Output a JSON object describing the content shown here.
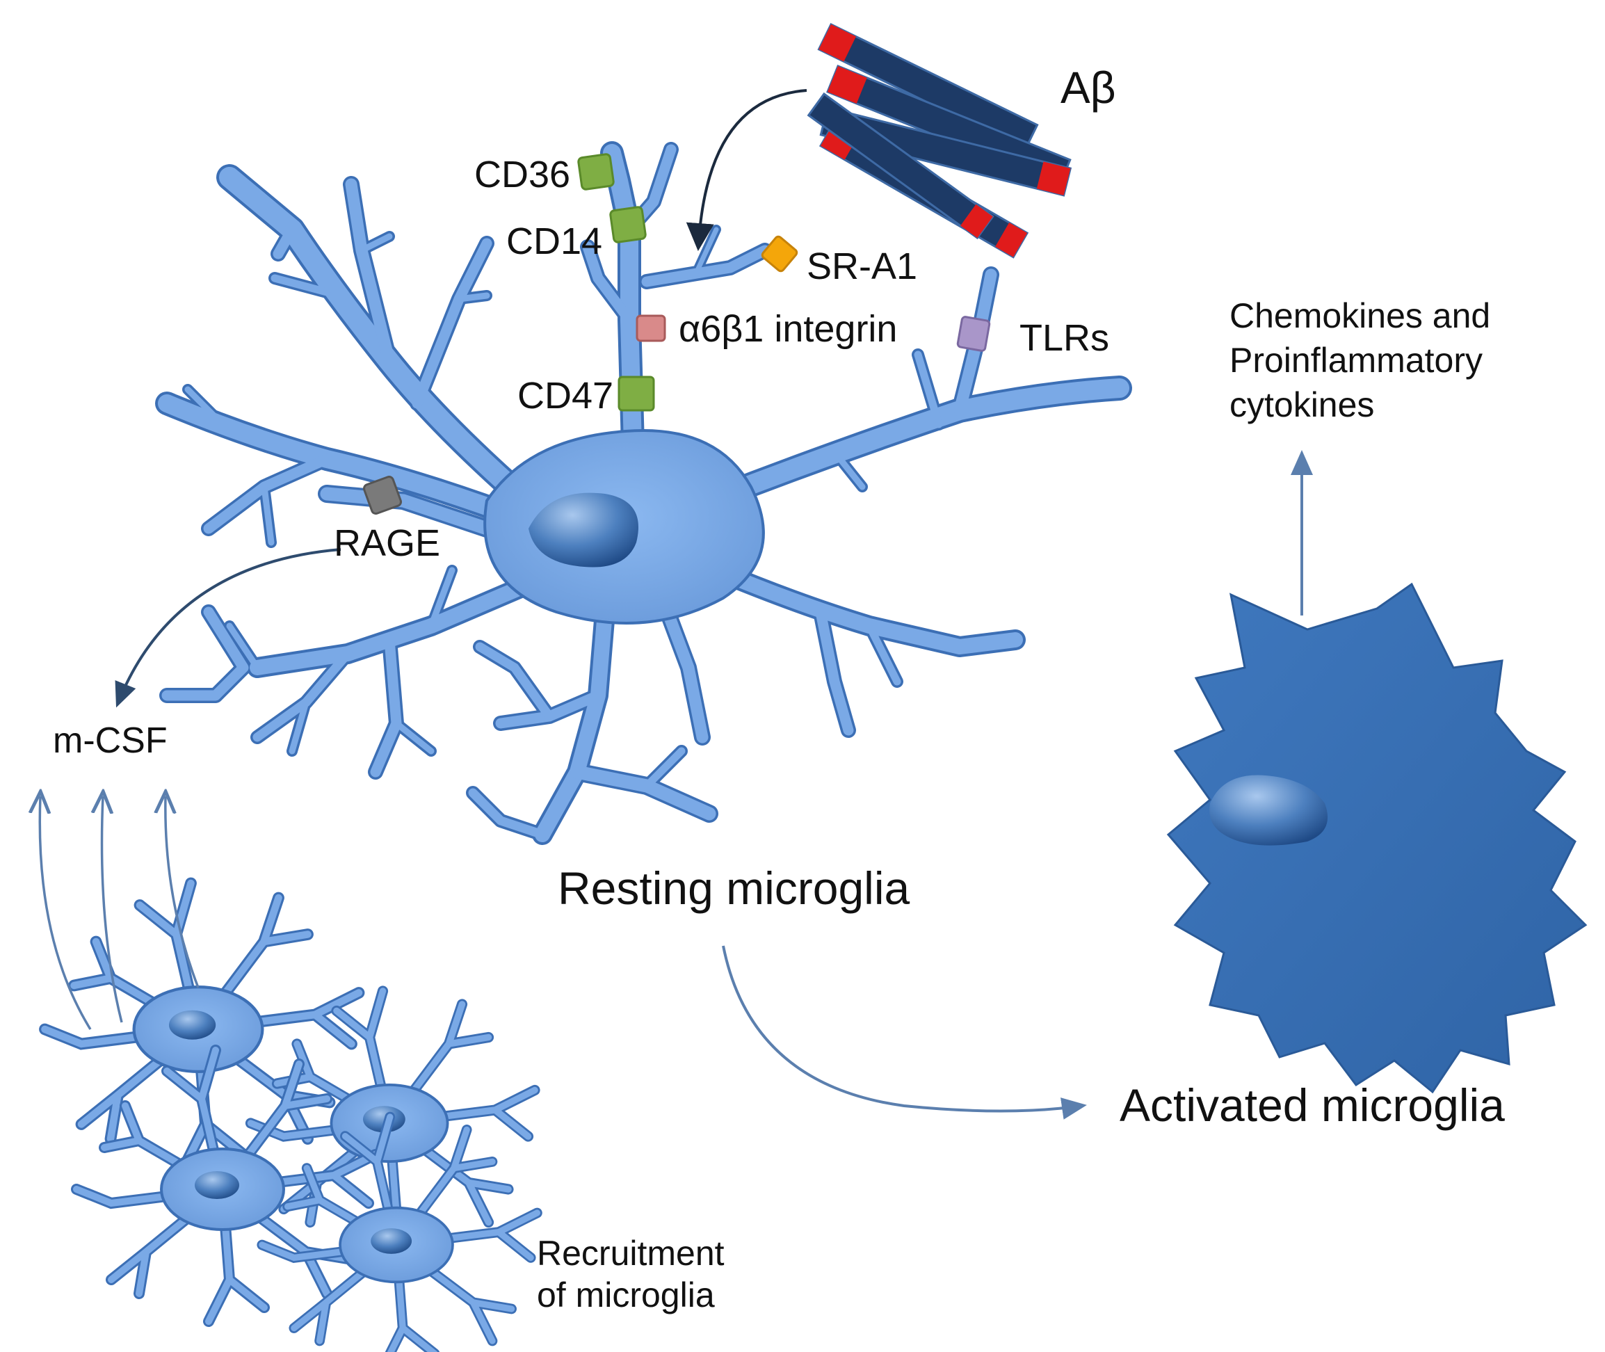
{
  "labels": {
    "abeta": "Aβ",
    "cd36": "CD36",
    "cd14": "CD14",
    "sra1": "SR-A1",
    "integrin": "α6β1 integrin",
    "tlrs": "TLRs",
    "cd47": "CD47",
    "rage": "RAGE",
    "mcsf": "m-CSF",
    "resting": "Resting microglia",
    "activated": "Activated microglia",
    "recruitment": "Recruitment\nof microglia",
    "chemokines": "Chemokines and\nProinflammatory\ncytokines"
  },
  "colors": {
    "cell_fill": "#7aa9e6",
    "cell_stroke": "#3c6fb5",
    "activated_fill": "#3a70b4",
    "nucleus": "#3a6aa6",
    "fibril": "#1d3a66",
    "fibril_end": "#e01b1b",
    "receptor_green": "#7fae44",
    "receptor_orange": "#f4a60a",
    "receptor_red": "#d98a8a",
    "receptor_purple": "#a996c9",
    "receptor_gray": "#7a7a7a",
    "arrow_dark": "#1b2a3e",
    "arrow_blue": "#5b7fae"
  }
}
